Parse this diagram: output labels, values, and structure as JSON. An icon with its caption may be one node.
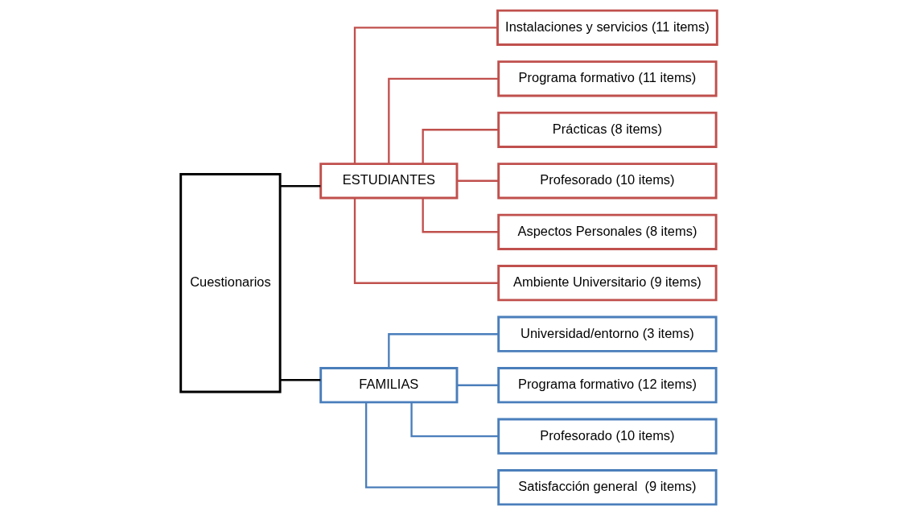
{
  "diagram": {
    "nodes": [
      {
        "text": [
          "Cuestionarios"
        ]
      },
      {
        "text": [
          "ESTUDIANTES"
        ]
      },
      {
        "text": [
          "FAMILIAS"
        ]
      },
      {
        "text": [
          "Instalaciones y servicios (11 items)"
        ]
      },
      {
        "text": [
          "Programa formativo (11 items)"
        ]
      },
      {
        "text": [
          "Prácticas (8 items)"
        ]
      },
      {
        "text": [
          "Profesorado (10 items)"
        ]
      },
      {
        "text": [
          "Aspectos Personales (8 items)"
        ]
      },
      {
        "text": [
          "Ambiente Universitario (9 items)"
        ]
      },
      {
        "text": [
          "Universidad/entorno (3 items)"
        ]
      },
      {
        "text": [
          "Programa formativo (12 items)"
        ]
      },
      {
        "text": [
          "Profesorado (10 items)"
        ]
      },
      {
        "text": [
          "Satisfacción general  (9 items)"
        ]
      }
    ],
    "edges": [
      {
        "from": 0,
        "to": 1,
        "arrow": "none",
        "color": "#000000"
      },
      {
        "from": 0,
        "to": 2,
        "arrow": "none",
        "color": "#000000"
      },
      {
        "from": 1,
        "to": 3,
        "arrow": "none"
      },
      {
        "from": 1,
        "to": 4,
        "arrow": "none"
      },
      {
        "from": 1,
        "to": 5,
        "arrow": "none"
      },
      {
        "from": 1,
        "to": 6,
        "arrow": "none"
      },
      {
        "from": 1,
        "to": 7,
        "arrow": "none"
      },
      {
        "from": 1,
        "to": 8,
        "arrow": "none"
      },
      {
        "from": 2,
        "to": 9,
        "arrow": "none",
        "color": "#4a7ebb"
      },
      {
        "from": 2,
        "to": 10,
        "arrow": "none",
        "color": "#4a7ebb"
      },
      {
        "from": 2,
        "to": 11,
        "arrow": "none",
        "color": "#4a7ebb"
      },
      {
        "from": 2,
        "to": 12,
        "arrow": "none",
        "color": "#4a7ebb"
      }
    ]
  }
}
